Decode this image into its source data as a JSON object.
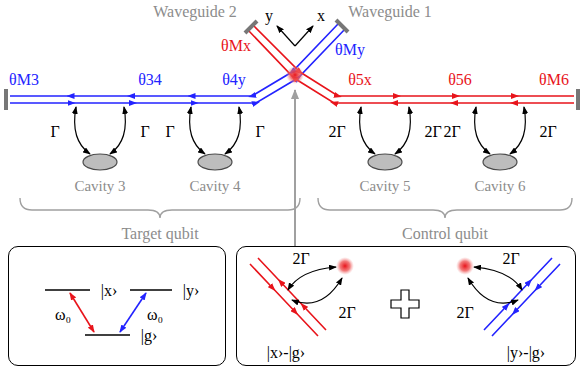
{
  "diagram": {
    "nodes": [
      {
        "text": [
          "Cavity 3"
        ]
      },
      {
        "text": [
          "Cavity 4"
        ]
      },
      {
        "text": [
          "Cavity 5"
        ]
      },
      {
        "text": [
          "Cavity 6"
        ]
      },
      {
        "text": [
          "|x›",
          "|y›",
          "|g›",
          "ω₀",
          "ω₀"
        ]
      },
      {
        "text": [
          "|x›-|g›",
          "2Γ",
          "2Γ",
          "|y›-|g›",
          "2Γ",
          "2Γ"
        ]
      }
    ],
    "labels": [
      "Waveguide 2",
      "y",
      "x",
      "Waveguide 1",
      "θMx",
      "θMy",
      "θM3",
      "θ34",
      "θ4y",
      "θ5x",
      "θ56",
      "θM6",
      "Γ",
      "Γ",
      "Γ",
      "Γ",
      "2Γ",
      "2Γ",
      "2Γ",
      "2Γ",
      "Target qubit",
      "Control qubit"
    ]
  }
}
